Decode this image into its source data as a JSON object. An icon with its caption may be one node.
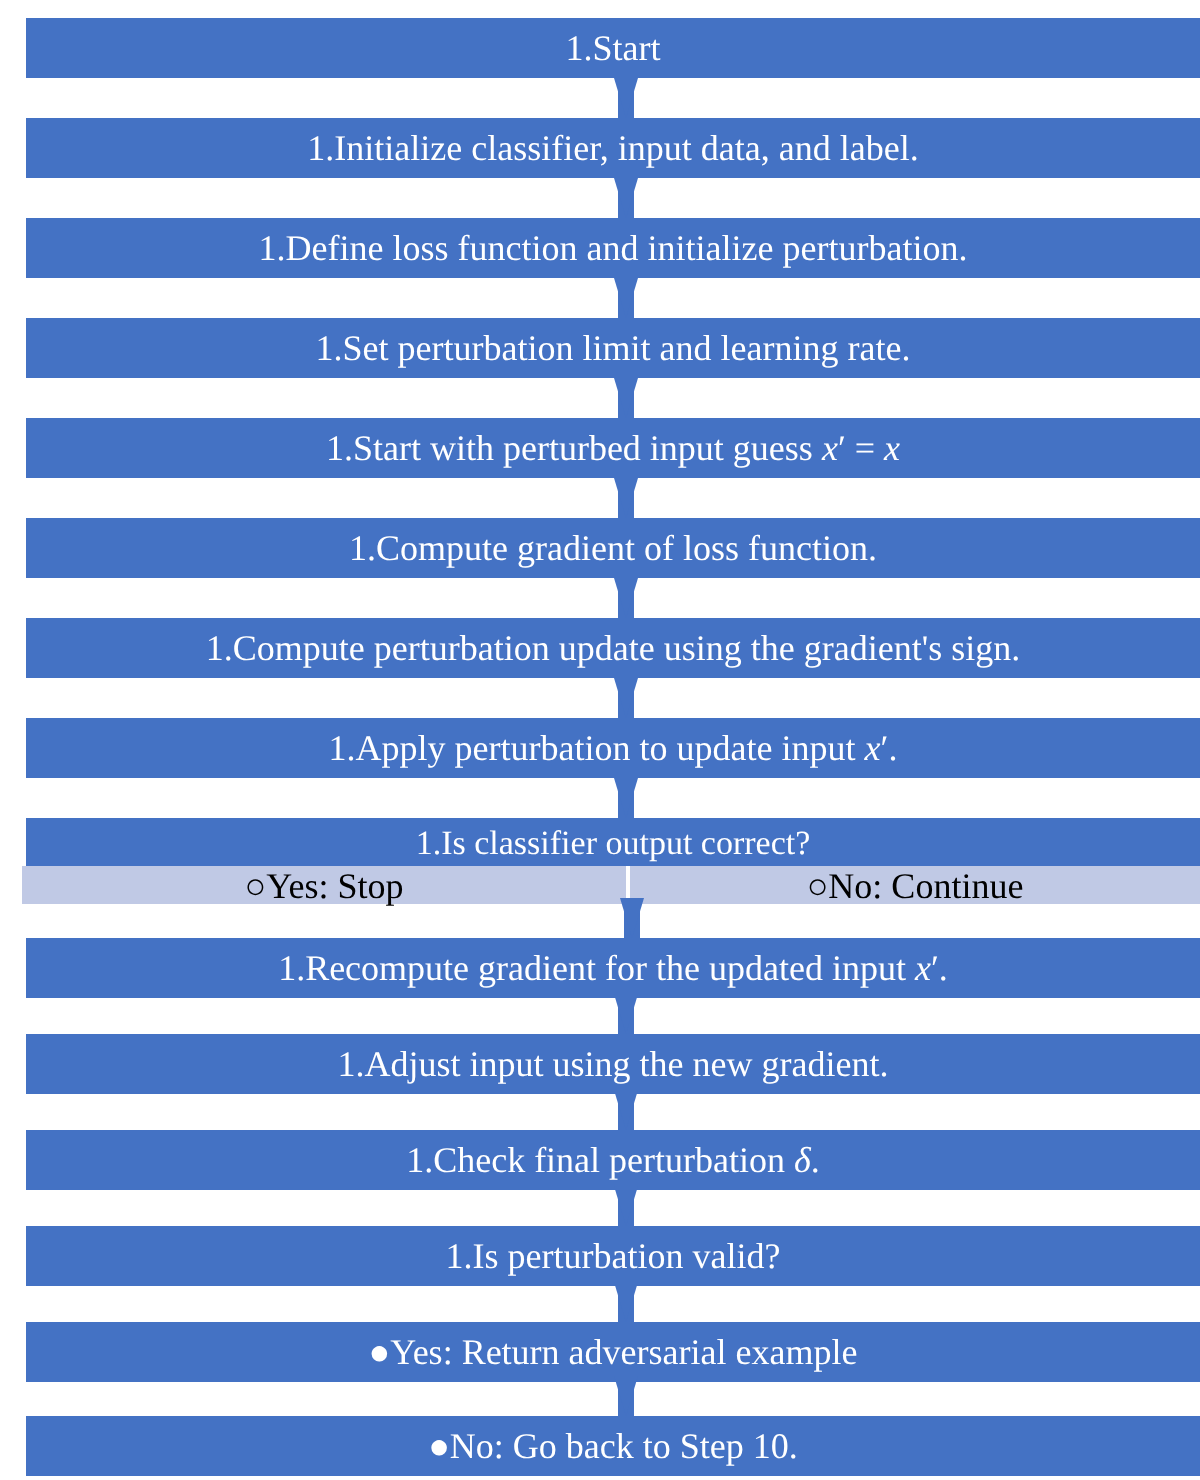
{
  "diagram": {
    "nodes": [
      {
        "text": [
          "1.Start"
        ]
      },
      {
        "text": [
          "1.Initialize classifier, input data, and label."
        ]
      },
      {
        "text": [
          "1.Define loss function and initialize perturbation."
        ]
      },
      {
        "text": [
          "1.Set perturbation limit and learning rate."
        ]
      },
      {
        "text": [
          "1.Start with perturbed input guess *x*′ = *x*"
        ]
      },
      {
        "text": [
          "1.Compute gradient of loss function."
        ]
      },
      {
        "text": [
          "1.Compute perturbation update using the gradient's sign."
        ]
      },
      {
        "text": [
          "1.Apply perturbation to update input *x*′."
        ]
      },
      {
        "text": [
          "1.Is classifier output correct?"
        ]
      },
      {
        "text": [
          "○Yes: Stop"
        ]
      },
      {
        "text": [
          "○No: Continue"
        ]
      },
      {
        "text": [
          "1.Recompute gradient for the updated input *x*′."
        ]
      },
      {
        "text": [
          "1.Adjust input using the new gradient."
        ]
      },
      {
        "text": [
          "1.Check final perturbation *δ*."
        ]
      },
      {
        "text": [
          "1.Is perturbation valid?"
        ]
      },
      {
        "text": [
          "●Yes: Return adversarial example"
        ]
      },
      {
        "text": [
          "●No: Go back to Step 10."
        ]
      }
    ],
    "edges": [
      {
        "from": 0,
        "to": 1,
        "arrow": "to"
      },
      {
        "from": 1,
        "to": 2,
        "arrow": "to"
      },
      {
        "from": 2,
        "to": 3,
        "arrow": "to"
      },
      {
        "from": 3,
        "to": 4,
        "arrow": "to"
      },
      {
        "from": 4,
        "to": 5,
        "arrow": "to"
      },
      {
        "from": 5,
        "to": 6,
        "arrow": "to"
      },
      {
        "from": 6,
        "to": 7,
        "arrow": "to"
      },
      {
        "from": 7,
        "to": 8,
        "arrow": "to"
      },
      {
        "from": 10,
        "to": 11,
        "arrow": "to"
      },
      {
        "from": 11,
        "to": 12,
        "arrow": "to"
      },
      {
        "from": 12,
        "to": 13,
        "arrow": "to"
      },
      {
        "from": 13,
        "to": 14,
        "arrow": "to"
      },
      {
        "from": 14,
        "to": 15,
        "arrow": "to"
      },
      {
        "from": 15,
        "to": 16,
        "arrow": "to"
      }
    ]
  }
}
